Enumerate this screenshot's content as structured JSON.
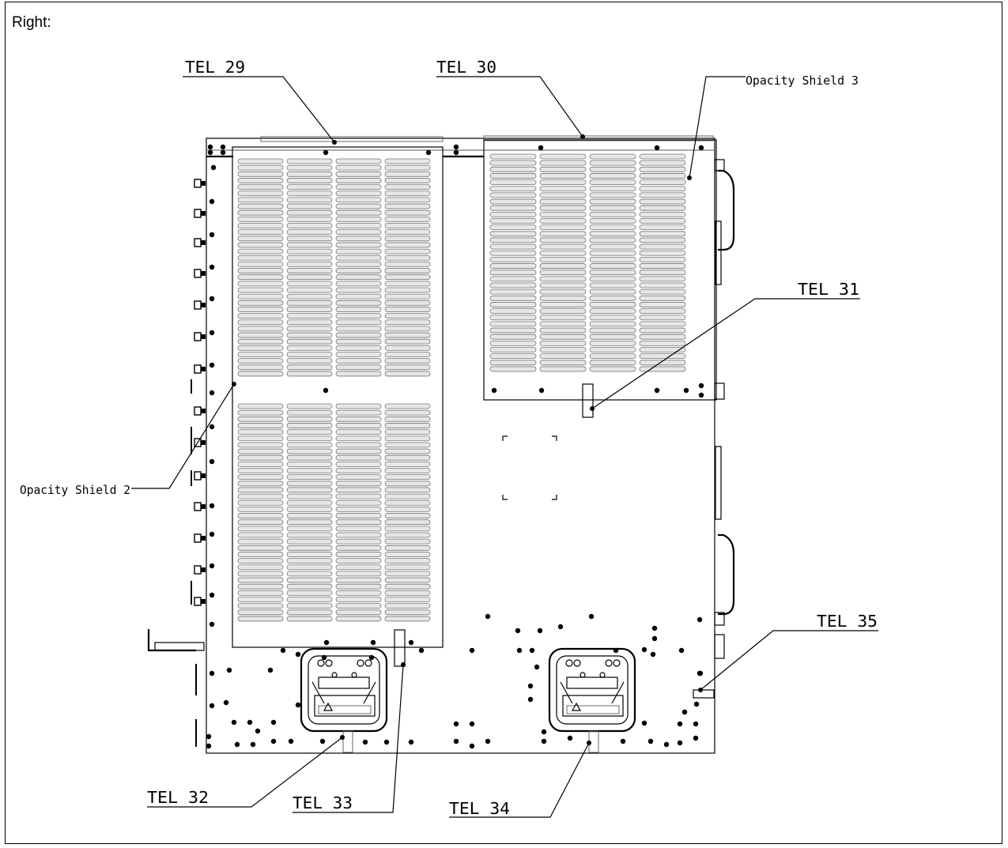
{
  "heading": "Right:",
  "callouts": {
    "tel29": "TEL 29",
    "tel30": "TEL 30",
    "tel31": "TEL 31",
    "tel32": "TEL 32",
    "tel33": "TEL 33",
    "tel34": "TEL 34",
    "tel35": "TEL 35",
    "shield2": "Opacity Shield 2",
    "shield3": "Opacity Shield 3"
  }
}
